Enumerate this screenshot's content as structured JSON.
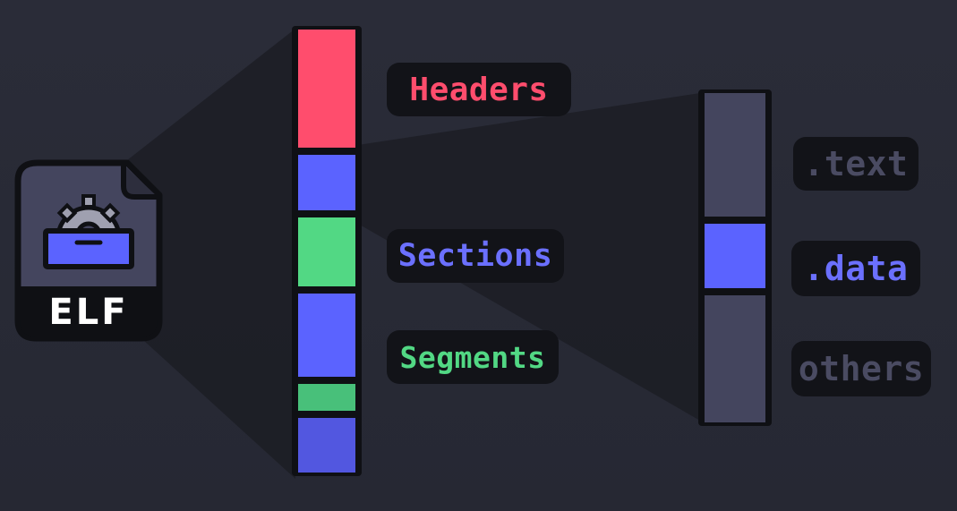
{
  "file_icon": {
    "label": "ELF",
    "icon": "gear-icon"
  },
  "main_column": {
    "segments": [
      {
        "name": "headers",
        "color": "#ff4d6d"
      },
      {
        "name": "blue-1",
        "color": "#5b63ff"
      },
      {
        "name": "green-1",
        "color": "#52d884"
      },
      {
        "name": "blue-2",
        "color": "#5b63ff"
      },
      {
        "name": "green-2",
        "color": "#48c07a"
      },
      {
        "name": "blue-3",
        "color": "#5257e0"
      }
    ]
  },
  "labels": {
    "headers": {
      "text": "Headers",
      "color": "#ff4d6d"
    },
    "sections": {
      "text": "Sections",
      "color": "#6b70ff"
    },
    "segments": {
      "text": "Segments",
      "color": "#52d884"
    }
  },
  "sections_column": {
    "segments": [
      {
        "name": "text-block",
        "color": "#44455e"
      },
      {
        "name": "data-block",
        "color": "#5b63ff"
      },
      {
        "name": "others-block",
        "color": "#44455e"
      }
    ]
  },
  "section_labels": {
    "text": {
      "text": ".text",
      "color": "#4a4b62"
    },
    "data": {
      "text": ".data",
      "color": "#6b70ff"
    },
    "others": {
      "text": "others",
      "color": "#4a4b62"
    }
  },
  "colors": {
    "background": "#282a36",
    "outline": "#0f1014",
    "pill_bg": "#121318",
    "icon_body": "#44455e",
    "icon_accent": "#5b63ff"
  }
}
